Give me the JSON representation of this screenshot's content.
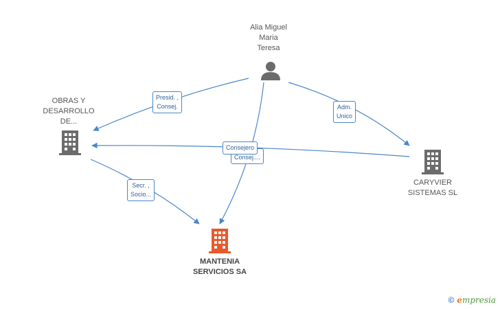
{
  "nodes": {
    "person": {
      "label": "Alia Miguel\nMaria\nTeresa",
      "icon": "person-icon"
    },
    "obras": {
      "label": "OBRAS Y\nDESARROLLO\nDE...",
      "icon": "building-icon"
    },
    "caryvier": {
      "label": "CARYVIER\nSISTEMAS SL",
      "icon": "building-icon"
    },
    "mantenia": {
      "label": "MANTENIA\nSERVICIOS SA",
      "icon": "building-icon"
    }
  },
  "edges": {
    "presid": "Presid. ,\nConsej.",
    "adm": "Adm.\nUnico",
    "consejero": "Consejero",
    "consej_back": "Consej....",
    "secr": "Secr. ,\nSocio..."
  },
  "colors": {
    "edge": "#4a86c8",
    "building": "#6b6b6b",
    "main_building": "#e8592b",
    "person": "#6b6b6b"
  },
  "footer": {
    "copyright": "©",
    "brand_first": "e",
    "brand_rest": "mpresia"
  }
}
